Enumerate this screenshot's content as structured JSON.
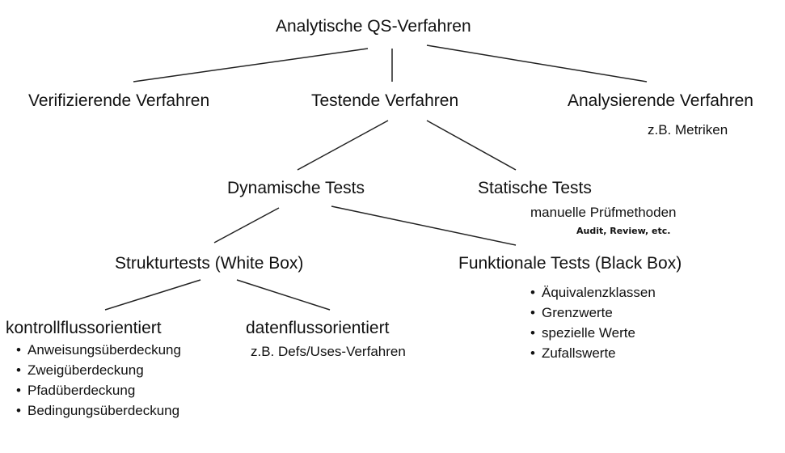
{
  "root": {
    "label": "Analytische QS-Verfahren"
  },
  "level1": {
    "verifizierend": {
      "label": "Verifizierende Verfahren"
    },
    "testend": {
      "label": "Testende Verfahren"
    },
    "analysierend": {
      "label": "Analysierende Verfahren",
      "note": "z.B. Metriken"
    }
  },
  "level2": {
    "dynamisch": {
      "label": "Dynamische Tests"
    },
    "statisch": {
      "label": "Statische Tests",
      "note": "manuelle Prüfmethoden",
      "subnote": "Audit, Review, etc."
    }
  },
  "level3": {
    "struktur": {
      "label": "Strukturtests (White Box)"
    },
    "funktional": {
      "label": "Funktionale Tests (Black Box)",
      "items": [
        "Äquivalenzklassen",
        "Grenzwerte",
        "spezielle Werte",
        "Zufallswerte"
      ]
    }
  },
  "level4": {
    "kontroll": {
      "label": "kontrollflussorientiert",
      "items": [
        "Anweisungsüberdeckung",
        "Zweigüberdeckung",
        "Pfadüberdeckung",
        "Bedingungsüberdeckung"
      ]
    },
    "daten": {
      "label": "datenflussorientiert",
      "note": "z.B. Defs/Uses-Verfahren"
    }
  },
  "bullet_glyph": "•"
}
